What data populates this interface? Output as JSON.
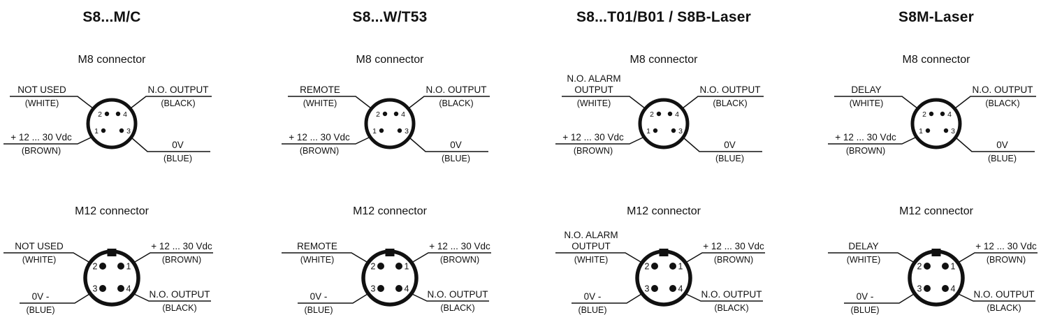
{
  "palette": {
    "ink": "#111111",
    "background": "#ffffff"
  },
  "columns": [
    {
      "title": "S8...M/C",
      "m8": {
        "heading": "M8 connector",
        "pins": {
          "top_left": "2",
          "top_right": "4",
          "bottom_left": "1",
          "bottom_right": "3"
        },
        "top_left": {
          "line1": "",
          "line2": "NOT USED",
          "color": "(WHITE)"
        },
        "top_right": {
          "line1": "",
          "line2": "N.O. OUTPUT",
          "color": "(BLACK)"
        },
        "bottom_left": {
          "line1": "",
          "line2": "+ 12 ... 30 Vdc",
          "color": "(BROWN)"
        },
        "bottom_right": {
          "line1": "",
          "line2": "0V",
          "color": "(BLUE)"
        }
      },
      "m12": {
        "heading": "M12 connector",
        "pins": {
          "top_left": "2",
          "top_right": "1",
          "bottom_left": "3",
          "bottom_right": "4"
        },
        "top_left": {
          "line1": "",
          "line2": "NOT USED",
          "color": "(WHITE)"
        },
        "top_right": {
          "line1": "",
          "line2": "+ 12 ... 30 Vdc",
          "color": "(BROWN)"
        },
        "bottom_left": {
          "line1": "",
          "line2": "0V -",
          "color": "(BLUE)"
        },
        "bottom_right": {
          "line1": "",
          "line2": "N.O. OUTPUT",
          "color": "(BLACK)"
        }
      }
    },
    {
      "title": "S8...W/T53",
      "m8": {
        "heading": "M8 connector",
        "pins": {
          "top_left": "2",
          "top_right": "4",
          "bottom_left": "1",
          "bottom_right": "3"
        },
        "top_left": {
          "line1": "",
          "line2": "REMOTE",
          "color": "(WHITE)"
        },
        "top_right": {
          "line1": "",
          "line2": "N.O. OUTPUT",
          "color": "(BLACK)"
        },
        "bottom_left": {
          "line1": "",
          "line2": "+ 12 ... 30 Vdc",
          "color": "(BROWN)"
        },
        "bottom_right": {
          "line1": "",
          "line2": "0V",
          "color": "(BLUE)"
        }
      },
      "m12": {
        "heading": "M12 connector",
        "pins": {
          "top_left": "2",
          "top_right": "1",
          "bottom_left": "3",
          "bottom_right": "4"
        },
        "top_left": {
          "line1": "",
          "line2": "REMOTE",
          "color": "(WHITE)"
        },
        "top_right": {
          "line1": "",
          "line2": "+ 12 ... 30 Vdc",
          "color": "(BROWN)"
        },
        "bottom_left": {
          "line1": "",
          "line2": "0V -",
          "color": "(BLUE)"
        },
        "bottom_right": {
          "line1": "",
          "line2": "N.O. OUTPUT",
          "color": "(BLACK)"
        }
      }
    },
    {
      "title": "S8...T01/B01 / S8B-Laser",
      "m8": {
        "heading": "M8 connector",
        "pins": {
          "top_left": "2",
          "top_right": "4",
          "bottom_left": "1",
          "bottom_right": "3"
        },
        "top_left": {
          "line1": "N.O. ALARM",
          "line2": "OUTPUT",
          "color": "(WHITE)"
        },
        "top_right": {
          "line1": "",
          "line2": "N.O. OUTPUT",
          "color": "(BLACK)"
        },
        "bottom_left": {
          "line1": "",
          "line2": "+ 12 ... 30 Vdc",
          "color": "(BROWN)"
        },
        "bottom_right": {
          "line1": "",
          "line2": "0V",
          "color": "(BLUE)"
        }
      },
      "m12": {
        "heading": "M12 connector",
        "pins": {
          "top_left": "2",
          "top_right": "1",
          "bottom_left": "3",
          "bottom_right": "4"
        },
        "top_left": {
          "line1": "N.O. ALARM",
          "line2": "OUTPUT",
          "color": "(WHITE)"
        },
        "top_right": {
          "line1": "",
          "line2": "+ 12 ... 30 Vdc",
          "color": "(BROWN)"
        },
        "bottom_left": {
          "line1": "",
          "line2": "0V -",
          "color": "(BLUE)"
        },
        "bottom_right": {
          "line1": "",
          "line2": "N.O. OUTPUT",
          "color": "(BLACK)"
        }
      }
    },
    {
      "title": "S8M-Laser",
      "m8": {
        "heading": "M8 connector",
        "pins": {
          "top_left": "2",
          "top_right": "4",
          "bottom_left": "1",
          "bottom_right": "3"
        },
        "top_left": {
          "line1": "",
          "line2": "DELAY",
          "color": "(WHITE)"
        },
        "top_right": {
          "line1": "",
          "line2": "N.O. OUTPUT",
          "color": "(BLACK)"
        },
        "bottom_left": {
          "line1": "",
          "line2": "+ 12 ... 30 Vdc",
          "color": "(BROWN)"
        },
        "bottom_right": {
          "line1": "",
          "line2": "0V",
          "color": "(BLUE)"
        }
      },
      "m12": {
        "heading": "M12 connector",
        "pins": {
          "top_left": "2",
          "top_right": "1",
          "bottom_left": "3",
          "bottom_right": "4"
        },
        "top_left": {
          "line1": "",
          "line2": "DELAY",
          "color": "(WHITE)"
        },
        "top_right": {
          "line1": "",
          "line2": "+ 12 ... 30 Vdc",
          "color": "(BROWN)"
        },
        "bottom_left": {
          "line1": "",
          "line2": "0V -",
          "color": "(BLUE)"
        },
        "bottom_right": {
          "line1": "",
          "line2": "N.O. OUTPUT",
          "color": "(BLACK)"
        }
      }
    }
  ]
}
